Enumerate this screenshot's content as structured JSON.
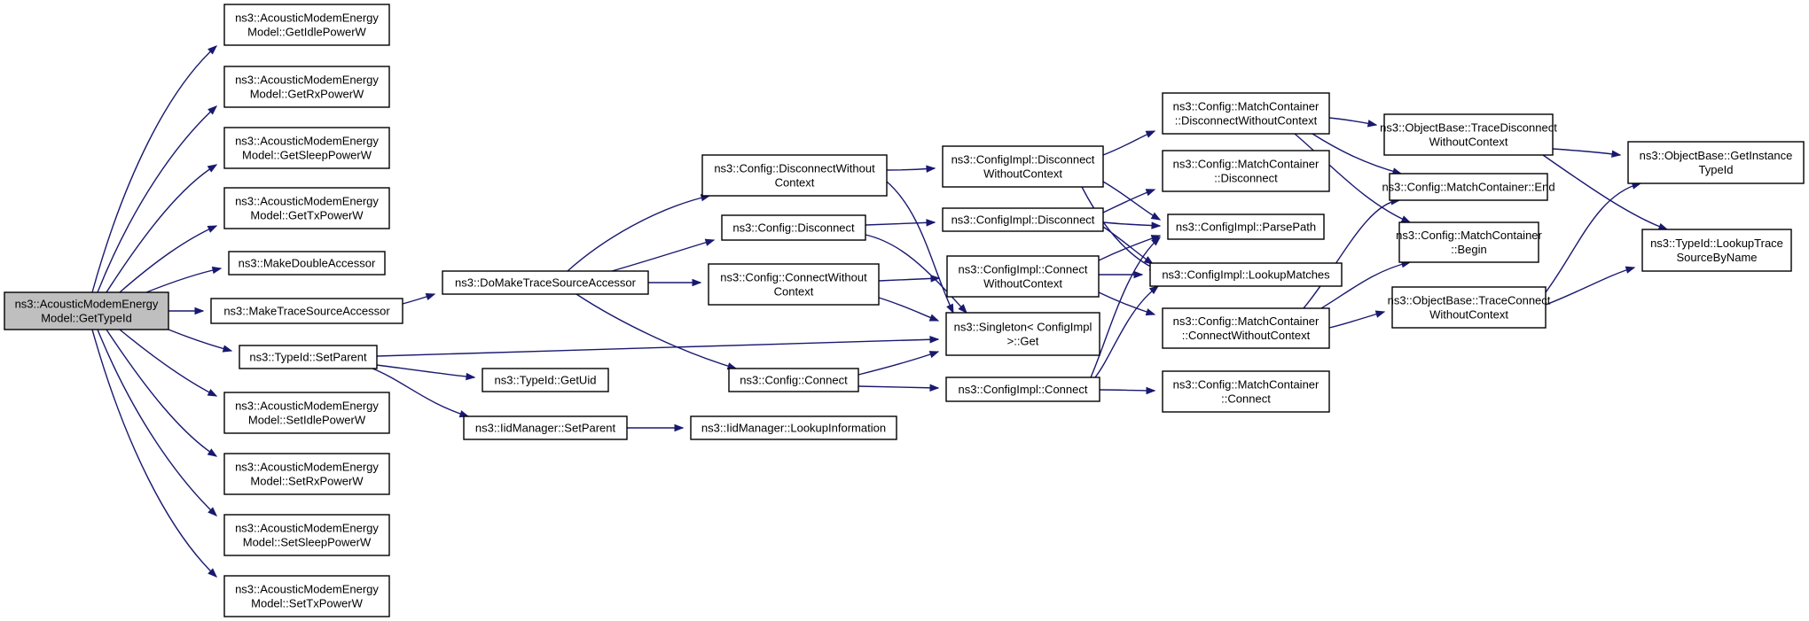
{
  "diagram": {
    "nodes": {
      "root": [
        "ns3::AcousticModemEnergy",
        "Model::GetTypeId"
      ],
      "getIdle": [
        "ns3::AcousticModemEnergy",
        "Model::GetIdlePowerW"
      ],
      "getRx": [
        "ns3::AcousticModemEnergy",
        "Model::GetRxPowerW"
      ],
      "getSleep": [
        "ns3::AcousticModemEnergy",
        "Model::GetSleepPowerW"
      ],
      "getTx": [
        "ns3::AcousticModemEnergy",
        "Model::GetTxPowerW"
      ],
      "makeDouble": [
        "ns3::MakeDoubleAccessor"
      ],
      "makeTrace": [
        "ns3::MakeTraceSourceAccessor"
      ],
      "setParent": [
        "ns3::TypeId::SetParent"
      ],
      "setIdle": [
        "ns3::AcousticModemEnergy",
        "Model::SetIdlePowerW"
      ],
      "setRx": [
        "ns3::AcousticModemEnergy",
        "Model::SetRxPowerW"
      ],
      "setSleep": [
        "ns3::AcousticModemEnergy",
        "Model::SetSleepPowerW"
      ],
      "setTx": [
        "ns3::AcousticModemEnergy",
        "Model::SetTxPowerW"
      ],
      "doMake": [
        "ns3::DoMakeTraceSourceAccessor"
      ],
      "getUid": [
        "ns3::TypeId::GetUid"
      ],
      "iidSetParent": [
        "ns3::IidManager::SetParent"
      ],
      "lookupInfo": [
        "ns3::IidManager::LookupInformation"
      ],
      "cfgDiscWoCtx": [
        "ns3::Config::DisconnectWithout",
        "Context"
      ],
      "cfgDisc": [
        "ns3::Config::Disconnect"
      ],
      "cfgConnWoCtx": [
        "ns3::Config::ConnectWithout",
        "Context"
      ],
      "cfgConn": [
        "ns3::Config::Connect"
      ],
      "implDiscWoCtx": [
        "ns3::ConfigImpl::Disconnect",
        "WithoutContext"
      ],
      "implDisc": [
        "ns3::ConfigImpl::Disconnect"
      ],
      "implConnWoCtx": [
        "ns3::ConfigImpl::Connect",
        "WithoutContext"
      ],
      "singleton": [
        "ns3::Singleton< ConfigImpl",
        " >::Get"
      ],
      "implConn": [
        "ns3::ConfigImpl::Connect"
      ],
      "mcDiscWoCtx": [
        "ns3::Config::MatchContainer",
        "::DisconnectWithoutContext"
      ],
      "mcDisc": [
        "ns3::Config::MatchContainer",
        "::Disconnect"
      ],
      "parsePath": [
        "ns3::ConfigImpl::ParsePath"
      ],
      "lookupMatches": [
        "ns3::ConfigImpl::LookupMatches"
      ],
      "mcConnWoCtx": [
        "ns3::Config::MatchContainer",
        "::ConnectWithoutContext"
      ],
      "mcConn": [
        "ns3::Config::MatchContainer",
        "::Connect"
      ],
      "obTraceDisc": [
        "ns3::ObjectBase::TraceDisconnect",
        "WithoutContext"
      ],
      "mcEnd": [
        "ns3::Config::MatchContainer::End"
      ],
      "mcBegin": [
        "ns3::Config::MatchContainer",
        "::Begin"
      ],
      "obTraceConn": [
        "ns3::ObjectBase::TraceConnect",
        "WithoutContext"
      ],
      "obGetInst": [
        "ns3::ObjectBase::GetInstance",
        "TypeId"
      ],
      "lookupTrace": [
        "ns3::TypeId::LookupTrace",
        "SourceByName"
      ]
    }
  }
}
